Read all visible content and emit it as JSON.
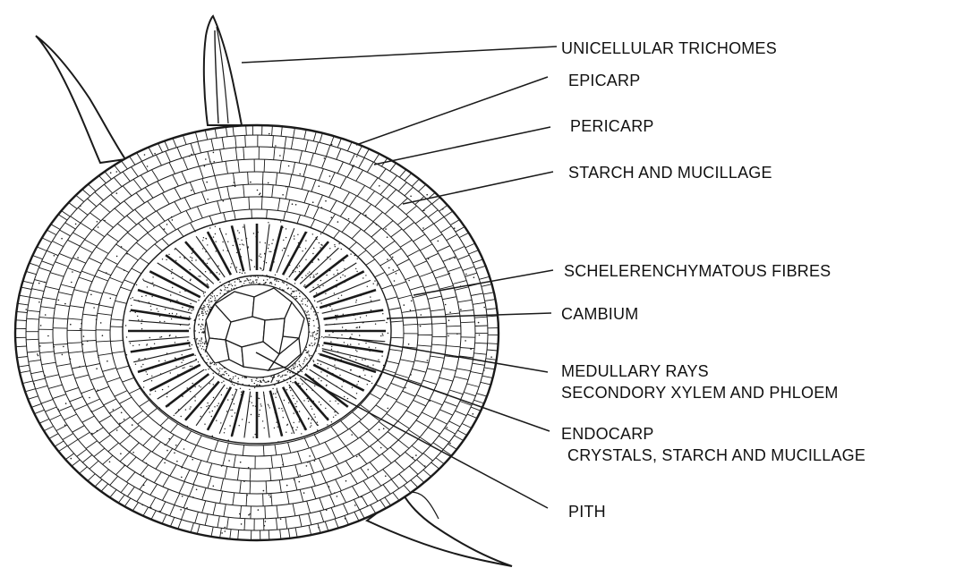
{
  "labels": {
    "unicellular_trichomes": "UNICELLULAR TRICHOMES",
    "epicarp": "EPICARP",
    "pericarp": "PERICARP",
    "starch_mucillage": "STARCH AND MUCILLAGE",
    "schelerenchymatous": "SCHELERENCHYMATOUS FIBRES",
    "cambium": "CAMBIUM",
    "medullary_rays": "MEDULLARY RAYS",
    "secondary_xylem": "SECONDORY XYLEM AND PHLOEM",
    "endocarp": "ENDOCARP",
    "crystals": "CRYSTALS, STARCH AND MUCILLAGE",
    "pith": "PITH"
  },
  "colors": {
    "ink": "#1a1a1a",
    "background": "#ffffff"
  }
}
